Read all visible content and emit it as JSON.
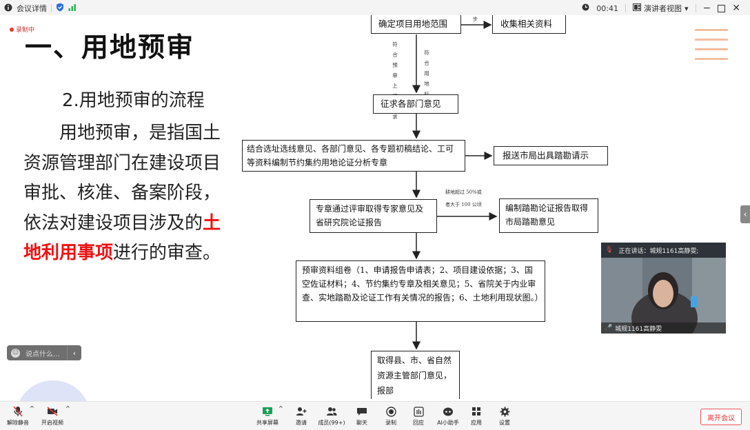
{
  "topbar": {
    "meeting_details": "会议详情",
    "timer": "00:41",
    "view_mode": "演讲者视图"
  },
  "slide": {
    "recording": "录制中",
    "title": "一、用地预审",
    "subtitle": "2.用地预审的流程",
    "para_1": "用地预审，是指国土资源管理部门在建设项目审批、核准、备案阶段，依法对建设项目涉及的",
    "para_red": "土地利用事项",
    "para_2": "进行的审查。"
  },
  "flowchart": {
    "top_cut_label": "步",
    "box_range": "确定项目用地范围",
    "box_collect": "收集相关资料",
    "vert_left": "符合预审上报要求",
    "vert_right": "符合用地标准",
    "box_dept": "征求各部门意见",
    "box_combine": "结合选址选线意见、各部门意见、各专题初稿结论、工可等资料编制节约集约用地论证分析专章",
    "box_report_city": "报送市局出具踏勘请示",
    "note_line1": "耕地超过 50%或",
    "note_line2": "者大于 100 公顷",
    "box_expert": "专章通过评审取得专家意见及省研究院论证报告",
    "box_survey": "编制踏勘论证报告取得市局踏勘意见",
    "box_docs": "预审资料组卷（1、申请报告申请表；2、项目建设依据；3、国空佐证材料；4、节约集约专章及相关意见；5、省院关于内业审查、实地踏勘及论证工作有关情况的报告；6、土地利用现状图。）",
    "box_final": "取得县、市、省自然资源主管部门意见，报部"
  },
  "chat": {
    "placeholder": "说点什么..."
  },
  "video": {
    "speaking_prefix": "正在讲话：",
    "speaker": "城规1161高静雯;",
    "name_tag": "城规1161高静雯"
  },
  "toolbar": {
    "mute": "解除静音",
    "video": "开启视频",
    "share": "共享屏幕",
    "invite": "邀请",
    "members": "成员(99+)",
    "chat": "聊天",
    "record": "录制",
    "replay": "回应",
    "ai": "AI小助手",
    "apps": "应用",
    "settings": "设置",
    "leave": "离开会议"
  },
  "colors": {
    "accent_red": "#e11111",
    "deco_peach": "#f2bd9c",
    "leave_red": "#e33333"
  }
}
